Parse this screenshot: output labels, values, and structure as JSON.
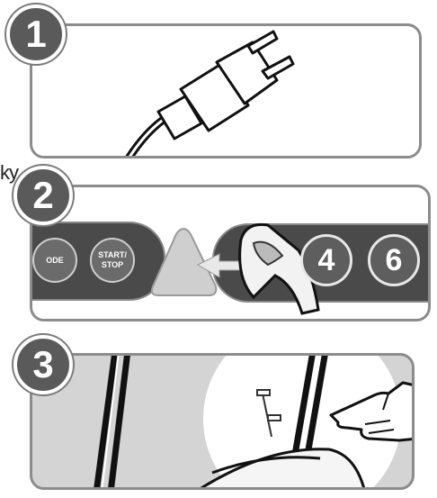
{
  "steps": [
    {
      "number": "1"
    },
    {
      "number": "2",
      "buttons": [
        "ODE",
        "START/",
        "STOP",
        "4",
        "6"
      ]
    },
    {
      "number": "3"
    }
  ],
  "stray_text": "ky.",
  "icons": [
    "power-plug-icon",
    "key-insert-icon",
    "pointing-hand-icon"
  ],
  "colors": {
    "badge": "#5a5a5a",
    "panel_border": "#8c8c8c",
    "strip": "#4a4a4a"
  }
}
